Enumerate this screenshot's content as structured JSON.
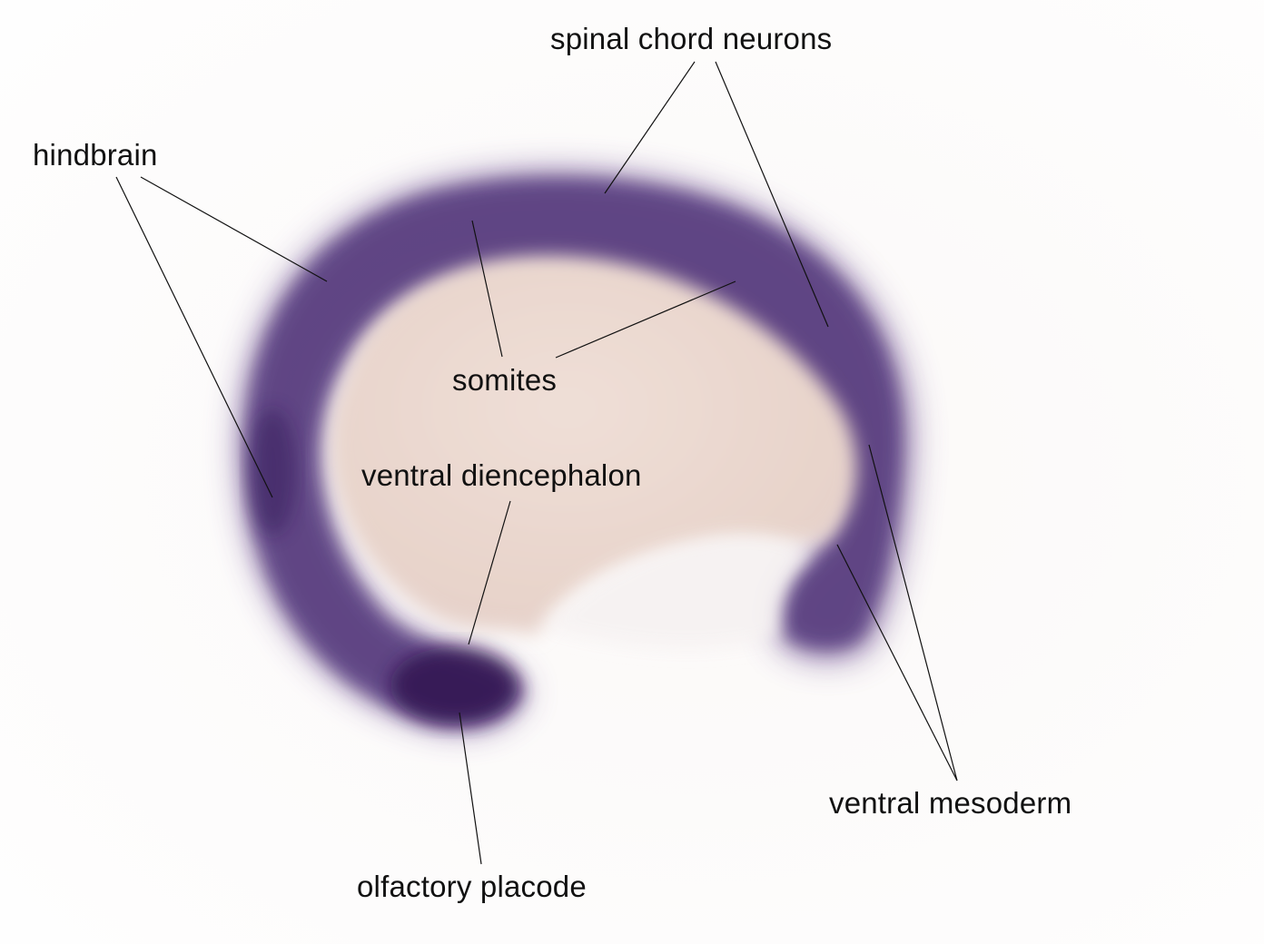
{
  "image": {
    "subject": "embryo",
    "stain_color": "#4a2a72",
    "yolk_color": "#ead8d0",
    "background_color": "#ffffff"
  },
  "labels": {
    "spinal_chord_neurons": "spinal chord neurons",
    "hindbrain": "hindbrain",
    "somites": "somites",
    "ventral_diencephalon": "ventral diencephalon",
    "ventral_mesoderm": "ventral mesoderm",
    "olfactory_placode": "olfactory placode"
  }
}
